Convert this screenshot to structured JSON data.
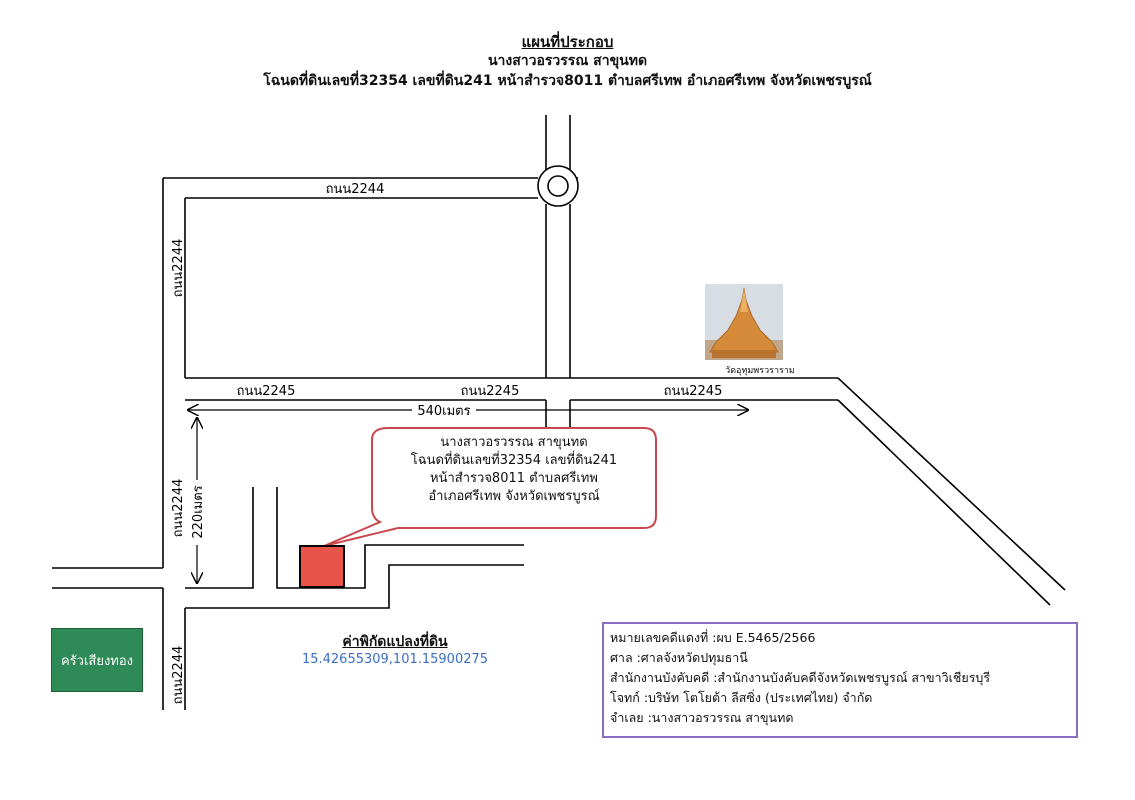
{
  "title": {
    "main": "แผนที่ประกอบ",
    "owner": "นางสาวอรวรรณ สาขุนทด",
    "deed": "โฉนดที่ดินเลขที่32354 เลขที่ดิน241 หน้าสำรวจ8011 ตำบลศรีเทพ อำเภอศรีเทพ จังหวัดเพชรบูรณ์"
  },
  "roads": {
    "top": "ถนน2244",
    "left_upper": "ถนน2244",
    "left_middle": "ถนน2244",
    "left_lower": "ถนน2244",
    "mid_left": "ถนน2245",
    "mid_center": "ถนน2245",
    "mid_right": "ถนน2245"
  },
  "distances": {
    "horizontal": "540เมตร",
    "vertical": "220เมตร"
  },
  "callout": {
    "line1": "นางสาวอรวรรณ สาขุนทด",
    "line2": "โฉนดที่ดินเลขที่32354 เลขที่ดิน241",
    "line3": "หน้าสำรวจ8011 ตำบลศรีเทพ",
    "line4": "อำเภอศรีเทพ จังหวัดเพชรบูรณ์"
  },
  "temple": {
    "label": "วัดอุทุมพรวราราม"
  },
  "restaurant": {
    "label": "ครัวเสียงทอง"
  },
  "coordinates": {
    "title": "ค่าพิกัดแปลงที่ดิน",
    "value": "15.42655309,101.15900275"
  },
  "case_info": {
    "line1": "หมายเลขคดีแดงที่ :ผบ E.5465/2566",
    "line2": "ศาล :ศาลจังหวัดปทุมธานี",
    "line3": "สำนักงานบังคับคดี :สำนักงานบังคับคดีจังหวัดเพชรบูรณ์ สาขาวิเชียรบุรี",
    "line4": "โจทก์ :บริษัท โตโยต้า ลีสซิ่ง (ประเทศไทย) จำกัด",
    "line5": "จำเลย :นางสาวอรวรรณ สาขุนทด"
  },
  "colors": {
    "parcel": "#e8534a",
    "callout_border": "#c9484e",
    "restaurant": "#2e8b57",
    "infobox_border": "#8a6cc2",
    "coordinate_text": "#3a6fc4"
  }
}
